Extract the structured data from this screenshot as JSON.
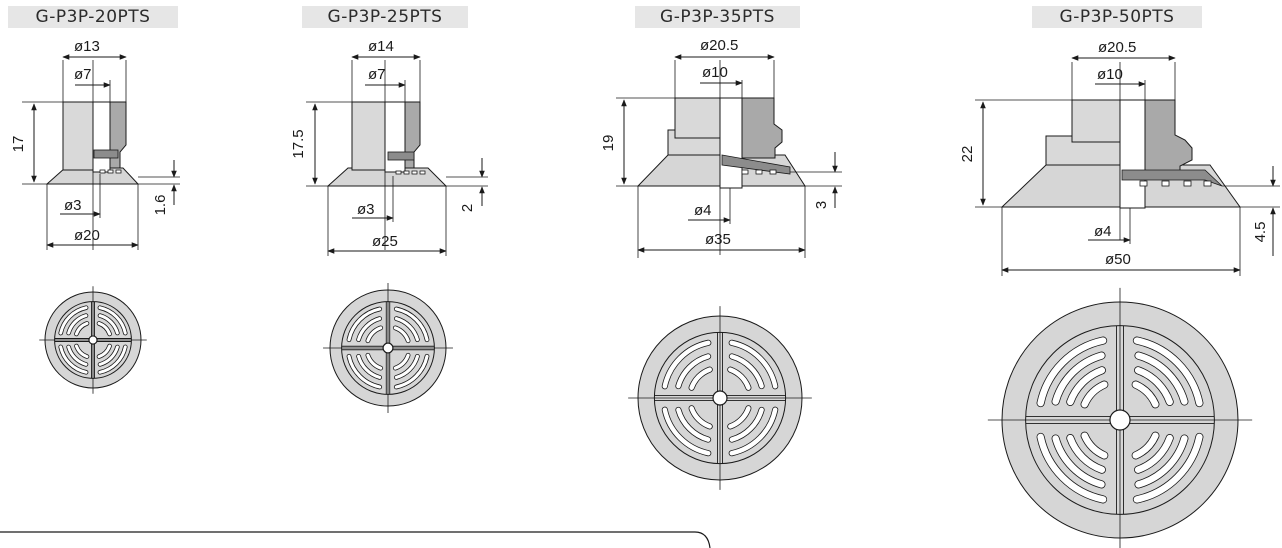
{
  "colors": {
    "body_light": "#d6d6d6",
    "body_dark": "#a9a9a9",
    "title_bg": "#e6e6e6",
    "line": "#1a1a1a"
  },
  "models": [
    {
      "name": "G-P3P-20PTS",
      "d_top": "ø13",
      "d_bore": "ø7",
      "height": "17",
      "lip": "1.6",
      "d_hole": "ø3",
      "d_cup": "ø20"
    },
    {
      "name": "G-P3P-25PTS",
      "d_top": "ø14",
      "d_bore": "ø7",
      "height": "17.5",
      "lip": "2",
      "d_hole": "ø3",
      "d_cup": "ø25"
    },
    {
      "name": "G-P3P-35PTS",
      "d_top": "ø20.5",
      "d_bore": "ø10",
      "height": "19",
      "lip": "3",
      "d_hole": "ø4",
      "d_cup": "ø35"
    },
    {
      "name": "G-P3P-50PTS",
      "d_top": "ø20.5",
      "d_bore": "ø10",
      "height": "22",
      "lip": "4.5",
      "d_hole": "ø4",
      "d_cup": "ø50"
    }
  ]
}
